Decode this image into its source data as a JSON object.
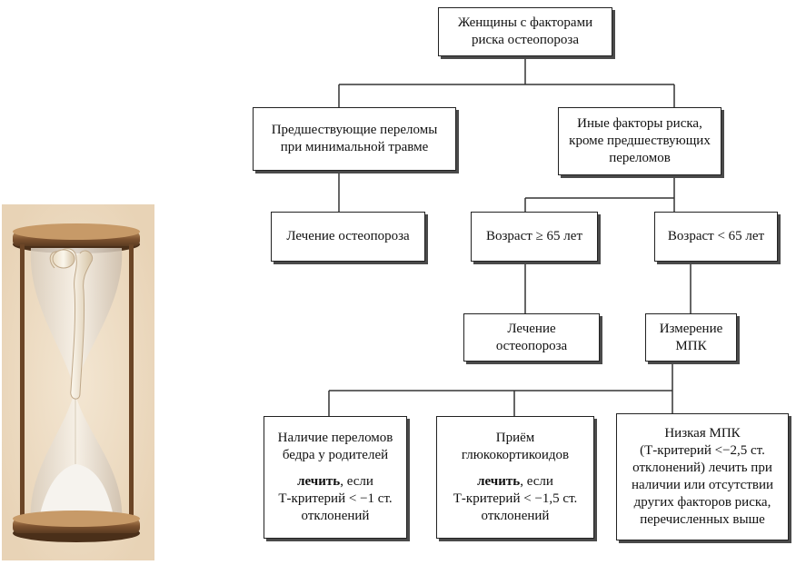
{
  "illustration": {
    "icon": "hourglass-with-bone-icon"
  },
  "nodes": {
    "root": [
      "Женщины с факторами",
      "риска остеопороза"
    ],
    "prior_fractures": [
      "Предшествующие переломы",
      "при минимальной травме"
    ],
    "other_factors": [
      "Иные факторы риска,",
      "кроме предшествующих",
      "переломов"
    ],
    "treatment_1": [
      "Лечение остеопороза"
    ],
    "age_ge_65": {
      "prefix": "Возраст ",
      "symbol": "≥",
      "suffix": " 65 лет"
    },
    "age_lt_65": [
      "Возраст < 65 лет"
    ],
    "treatment_2": [
      "Лечение",
      "остеопороза"
    ],
    "bmd_measurement": [
      "Измерение",
      "МПК"
    ],
    "parent_hip_fracture": {
      "lines": [
        "Наличие переломов",
        "бедра у родителей"
      ],
      "treat_bold": "лечить",
      "treat_rest": ", если",
      "criteria": [
        "Т-критерий < −1 ст.",
        "отклонений"
      ]
    },
    "glucocorticoids": {
      "lines": [
        "Приём",
        "глюкокортикоидов"
      ],
      "treat_bold": "лечить",
      "treat_rest": ", если",
      "criteria": [
        "Т-критерий < −1,5 ст.",
        "отклонений"
      ]
    },
    "low_bmd": [
      "Низкая МПК",
      "(Т-критерий <−2,5 ст.",
      "отклонений) лечить при",
      "наличии или отсутствии",
      "других факторов риска,",
      "перечисленных выше"
    ]
  }
}
